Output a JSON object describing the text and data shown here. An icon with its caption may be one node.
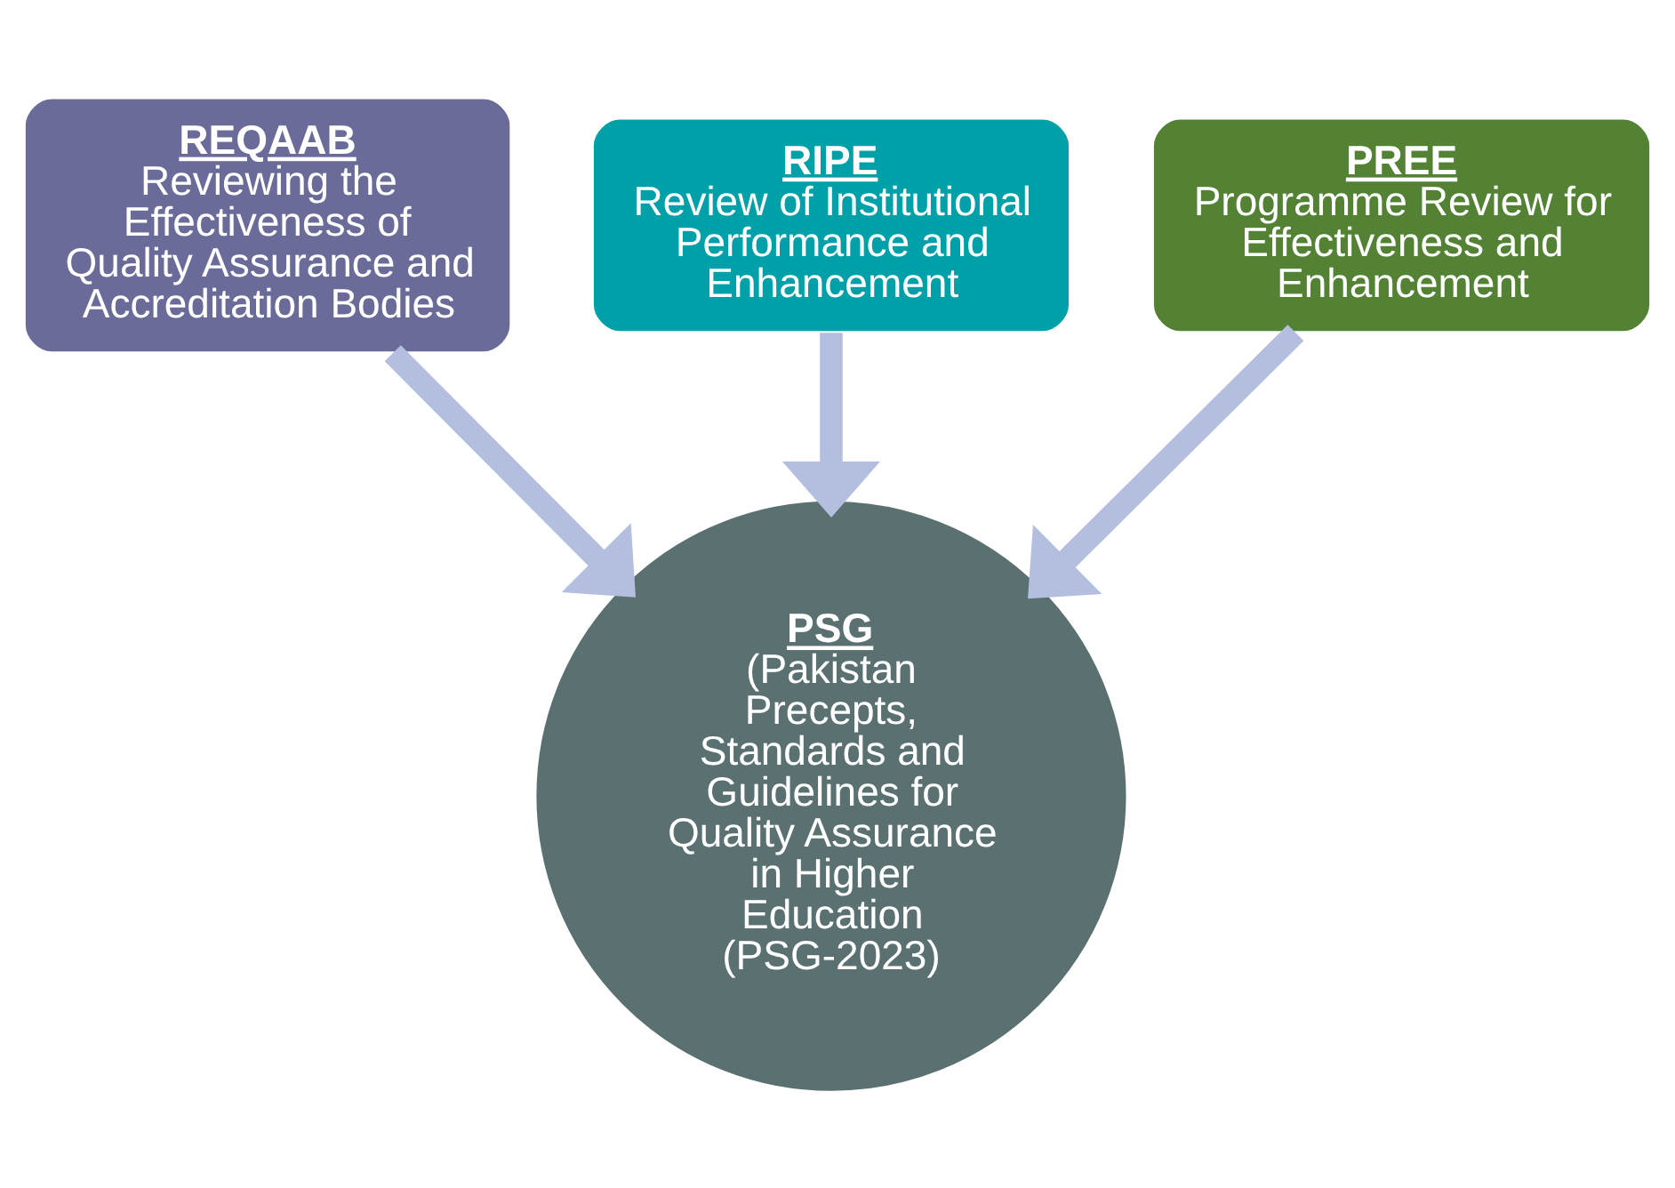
{
  "diagram": {
    "nodes": [
      {
        "text": [
          "REQAAB",
          "Reviewing the Effectiveness of Quality Assurance and Accreditation Bodies"
        ]
      },
      {
        "text": [
          "RIPE",
          "Review of Institutional Performance and Enhancement"
        ]
      },
      {
        "text": [
          "PREE",
          "Programme Review for Effectiveness and Enhancement"
        ]
      },
      {
        "text": [
          "PSG",
          "(Pakistan Precepts, Standards and Guidelines for Quality Assurance in Higher Education (PSG-2023)"
        ]
      }
    ],
    "edges": [
      {
        "from": 0,
        "to": 3,
        "arrow": "to"
      },
      {
        "from": 1,
        "to": 3,
        "arrow": "to"
      },
      {
        "from": 2,
        "to": 3,
        "arrow": "to"
      }
    ]
  }
}
